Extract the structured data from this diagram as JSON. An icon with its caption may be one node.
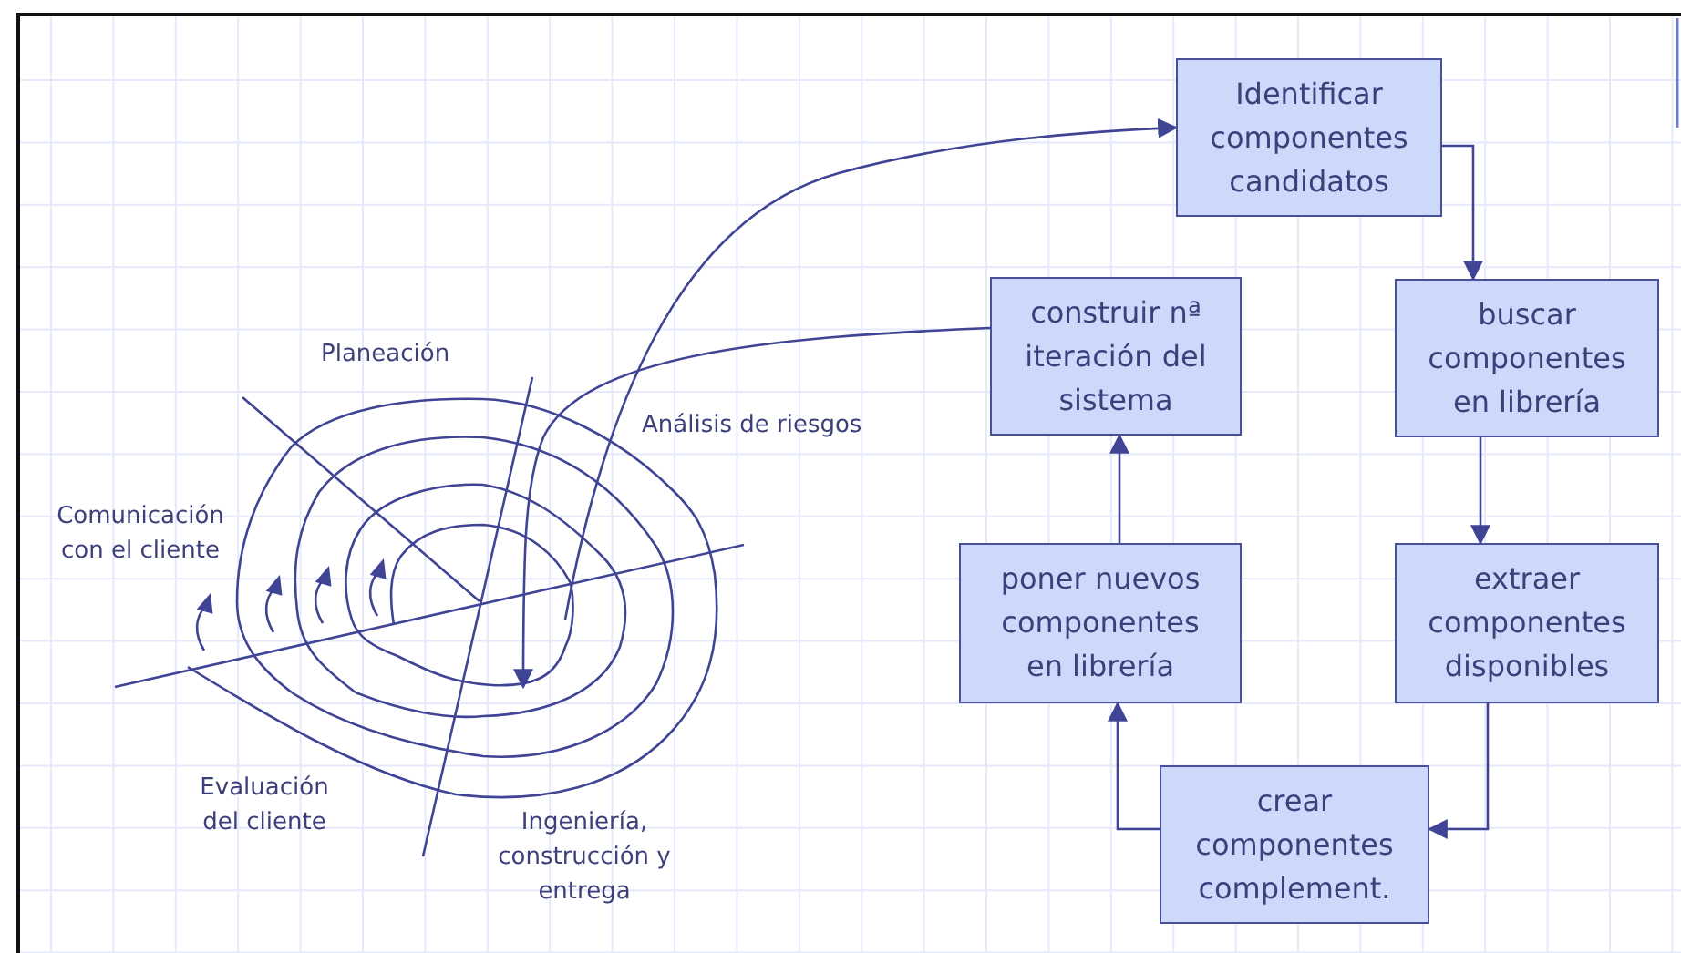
{
  "diagram": {
    "nodes": [
      {
        "text": [
          "Identificar componentes candidatos"
        ]
      },
      {
        "text": [
          "construir nª iteración del sistema"
        ]
      },
      {
        "text": [
          "buscar componentes en librería"
        ]
      },
      {
        "text": [
          "poner nuevos componentes en librería"
        ]
      },
      {
        "text": [
          "extraer componentes disponibles"
        ]
      },
      {
        "text": [
          "crear componentes complement."
        ]
      },
      {
        "text": [],
        "shape": "spiral"
      }
    ],
    "edges": [
      {
        "from": 6,
        "to": 0,
        "arrow": "to"
      },
      {
        "from": 1,
        "to": 6,
        "arrow": "to"
      },
      {
        "from": 0,
        "to": 2,
        "arrow": "to"
      },
      {
        "from": 2,
        "to": 4,
        "arrow": "to"
      },
      {
        "from": 4,
        "to": 5,
        "arrow": "to"
      },
      {
        "from": 5,
        "to": 3,
        "arrow": "to"
      },
      {
        "from": 3,
        "to": 1,
        "arrow": "to"
      }
    ],
    "labels": [
      "Planeación",
      "Análisis de riesgos",
      "Comunicación con el cliente",
      "Evaluación del cliente",
      "Ingeniería, construcción y entrega"
    ]
  }
}
